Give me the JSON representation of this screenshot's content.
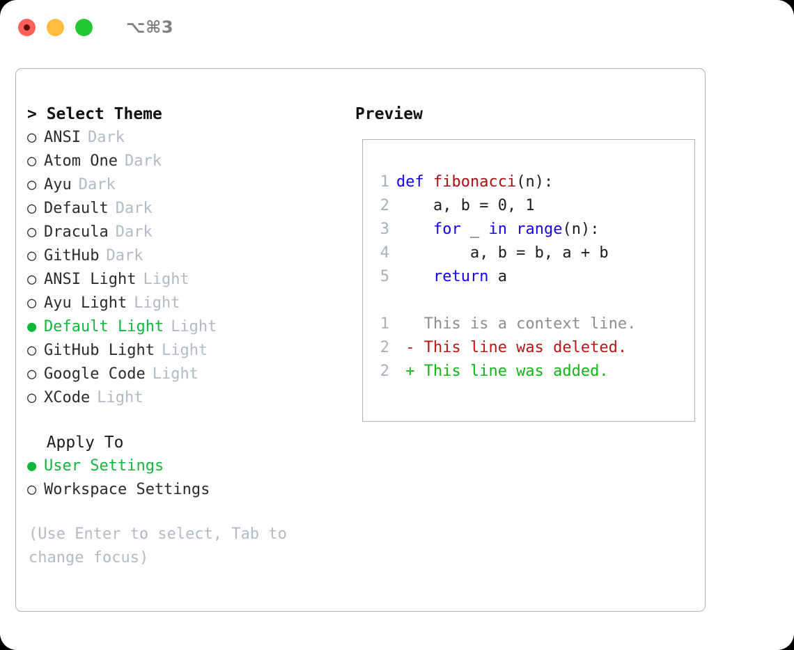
{
  "window": {
    "title": "⌥⌘3",
    "traffic_lights": [
      "close-button",
      "minimize-button",
      "zoom-button"
    ]
  },
  "theme_picker": {
    "header": "> Select Theme",
    "items": [
      {
        "bullet": "○",
        "label": "ANSI",
        "tag": "Dark",
        "selected": false
      },
      {
        "bullet": "○",
        "label": "Atom One",
        "tag": "Dark",
        "selected": false
      },
      {
        "bullet": "○",
        "label": "Ayu",
        "tag": "Dark",
        "selected": false
      },
      {
        "bullet": "○",
        "label": "Default",
        "tag": "Dark",
        "selected": false
      },
      {
        "bullet": "○",
        "label": "Dracula",
        "tag": "Dark",
        "selected": false
      },
      {
        "bullet": "○",
        "label": "GitHub",
        "tag": "Dark",
        "selected": false
      },
      {
        "bullet": "○",
        "label": "ANSI Light",
        "tag": "Light",
        "selected": false
      },
      {
        "bullet": "○",
        "label": "Ayu Light",
        "tag": "Light",
        "selected": false
      },
      {
        "bullet": "●",
        "label": "Default Light",
        "tag": "Light",
        "selected": true
      },
      {
        "bullet": "○",
        "label": "GitHub Light",
        "tag": "Light",
        "selected": false
      },
      {
        "bullet": "○",
        "label": "Google Code",
        "tag": "Light",
        "selected": false
      },
      {
        "bullet": "○",
        "label": "XCode",
        "tag": "Light",
        "selected": false
      }
    ]
  },
  "apply_to": {
    "header": "  Apply To",
    "items": [
      {
        "bullet": "●",
        "label": "User Settings",
        "selected": true
      },
      {
        "bullet": "○",
        "label": "Workspace Settings",
        "selected": false
      }
    ]
  },
  "hint": "(Use Enter to select, Tab to change focus)",
  "preview": {
    "header": "Preview",
    "code_lines": [
      {
        "no": "1",
        "tokens": [
          {
            "t": "def ",
            "c": "kw"
          },
          {
            "t": "fibonacci",
            "c": "fn"
          },
          {
            "t": "(n):",
            "c": "plain"
          }
        ]
      },
      {
        "no": "2",
        "tokens": [
          {
            "t": "    a, b = 0, 1",
            "c": "plain"
          }
        ]
      },
      {
        "no": "3",
        "tokens": [
          {
            "t": "    ",
            "c": "plain"
          },
          {
            "t": "for",
            "c": "kw"
          },
          {
            "t": " _ ",
            "c": "plain"
          },
          {
            "t": "in",
            "c": "kw"
          },
          {
            "t": " ",
            "c": "plain"
          },
          {
            "t": "range",
            "c": "kw"
          },
          {
            "t": "(n):",
            "c": "plain"
          }
        ]
      },
      {
        "no": "4",
        "tokens": [
          {
            "t": "        a, b = b, a + b",
            "c": "plain"
          }
        ]
      },
      {
        "no": "5",
        "tokens": [
          {
            "t": "    ",
            "c": "plain"
          },
          {
            "t": "return",
            "c": "kw"
          },
          {
            "t": " a",
            "c": "plain"
          }
        ]
      }
    ],
    "diff_lines": [
      {
        "no": "1",
        "tokens": [
          {
            "t": "   This is a context line.",
            "c": "ctx"
          }
        ]
      },
      {
        "no": "2",
        "tokens": [
          {
            "t": " - This line was deleted.",
            "c": "del"
          }
        ]
      },
      {
        "no": "2",
        "tokens": [
          {
            "t": " + This line was added.",
            "c": "add"
          }
        ]
      }
    ]
  },
  "colors": {
    "selected_green": "#12b63d",
    "muted_gray": "#b3bac5",
    "border": "#a9b4c0",
    "keyword_blue": "#1300f5",
    "function_red": "#a80f12",
    "diff_delete": "#bb1414",
    "diff_add": "#11b516",
    "traffic_red": "#fc6058",
    "traffic_yellow": "#fdbc40",
    "traffic_green": "#23c932"
  }
}
